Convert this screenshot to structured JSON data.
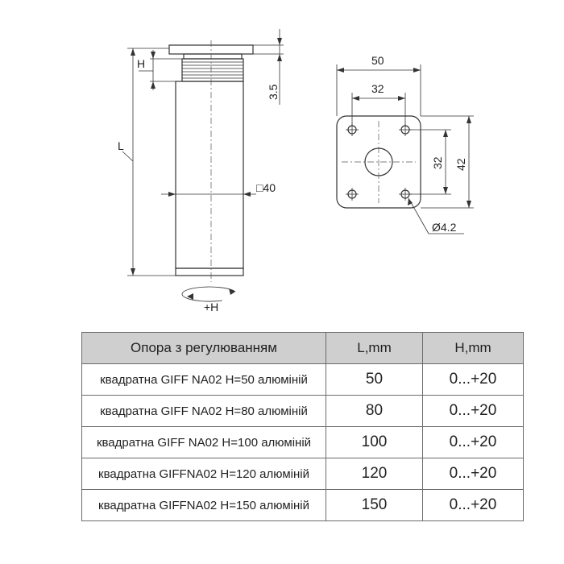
{
  "drawing": {
    "labels": {
      "h": "H",
      "dim_3_5": "3.5",
      "l": "L",
      "square_40": "□40",
      "plus_h": "+H",
      "dim_50": "50",
      "dim_32_top": "32",
      "dim_32_side": "32",
      "dim_42": "42",
      "hole_dia": "Ø4.2"
    }
  },
  "table": {
    "headers": [
      "Опора з регулюванням",
      "L,mm",
      "H,mm"
    ],
    "rows": [
      [
        "квадратна GIFF NA02 H=50 алюміній",
        "50",
        "0...+20"
      ],
      [
        "квадратна GIFF NA02 H=80 алюміній",
        "80",
        "0...+20"
      ],
      [
        "квадратна GIFF NA02 H=100 алюміній",
        "100",
        "0...+20"
      ],
      [
        "квадратна GIFFNA02 H=120 алюміній",
        "120",
        "0...+20"
      ],
      [
        "квадратна GIFFNA02 H=150 алюміній",
        "150",
        "0...+20"
      ]
    ]
  }
}
